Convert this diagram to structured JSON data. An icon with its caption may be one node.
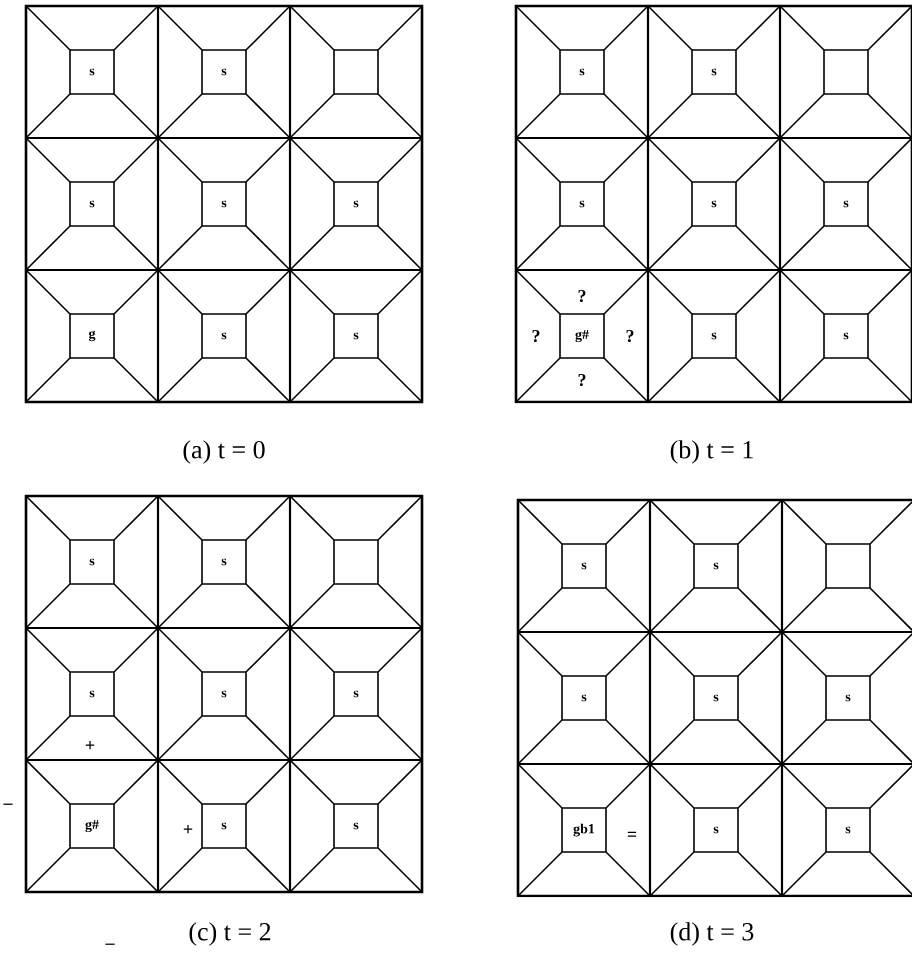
{
  "diagram": {
    "nodes": [
      {
        "text": [
          "s"
        ]
      },
      {
        "text": [
          "s"
        ]
      },
      {
        "text": [],
        "shape": "box"
      },
      {
        "text": [
          "s"
        ]
      },
      {
        "text": [
          "s"
        ]
      },
      {
        "text": [
          "s"
        ]
      },
      {
        "text": [
          "g"
        ]
      },
      {
        "text": [
          "s"
        ]
      },
      {
        "text": [
          "s"
        ]
      },
      {
        "text": [
          "s"
        ]
      },
      {
        "text": [
          "s"
        ]
      },
      {
        "text": [],
        "shape": "box"
      },
      {
        "text": [
          "s"
        ]
      },
      {
        "text": [
          "s"
        ]
      },
      {
        "text": [
          "s"
        ]
      },
      {
        "text": [
          "g#"
        ]
      },
      {
        "text": [
          "s"
        ]
      },
      {
        "text": [
          "s"
        ]
      },
      {
        "text": [
          "s"
        ]
      },
      {
        "text": [
          "s"
        ]
      },
      {
        "text": [],
        "shape": "box"
      },
      {
        "text": [
          "s"
        ]
      },
      {
        "text": [
          "s"
        ]
      },
      {
        "text": [
          "s"
        ]
      },
      {
        "text": [
          "g#"
        ]
      },
      {
        "text": [
          "s"
        ]
      },
      {
        "text": [
          "s"
        ]
      },
      {
        "text": [
          "s"
        ]
      },
      {
        "text": [
          "s"
        ]
      },
      {
        "text": [],
        "shape": "box"
      },
      {
        "text": [
          "s"
        ]
      },
      {
        "text": [
          "s"
        ]
      },
      {
        "text": [
          "s"
        ]
      },
      {
        "text": [
          "gb1"
        ]
      },
      {
        "text": [
          "s"
        ]
      },
      {
        "text": [
          "s"
        ]
      }
    ],
    "labels": [
      "?",
      "?",
      "?",
      "?",
      "(a) t = 0",
      "(b) t = 1",
      "+",
      "–",
      "+",
      "–",
      "=",
      "(c) t = 2",
      "(d) t = 3"
    ]
  }
}
